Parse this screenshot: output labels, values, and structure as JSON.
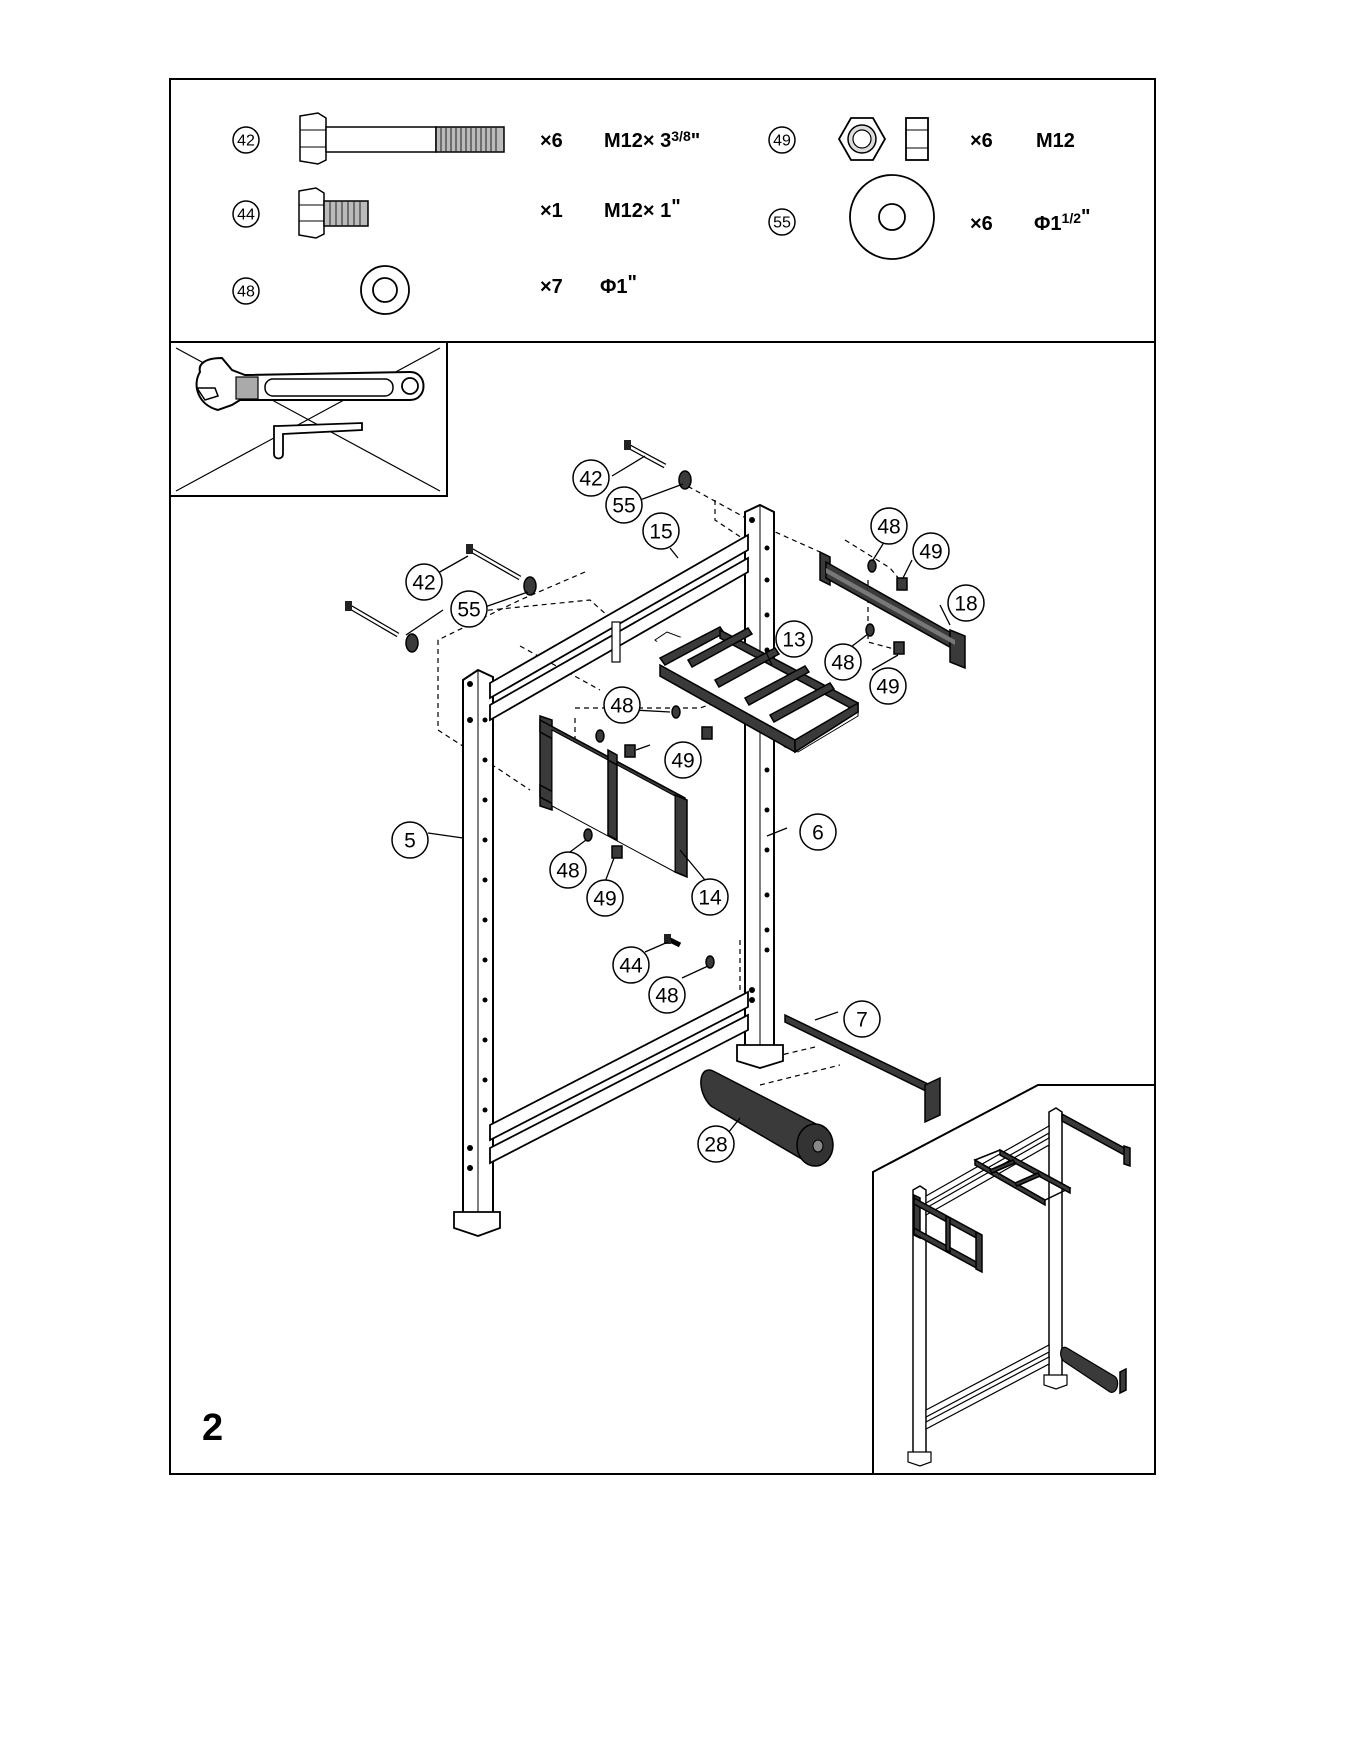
{
  "hardware": {
    "rows": [
      {
        "part": "42",
        "qty": "×6",
        "spec_main": "M12× 3",
        "spec_frac": "3/8",
        "spec_tail": "\""
      },
      {
        "part": "44",
        "qty": "×1",
        "spec_main": "M12× 1",
        "spec_frac": "",
        "spec_tail": "\""
      },
      {
        "part": "48",
        "qty": "×7",
        "spec_main": "Φ1",
        "spec_frac": "",
        "spec_tail": "\""
      },
      {
        "part": "49",
        "qty": "×6",
        "spec_main": "M12",
        "spec_frac": "",
        "spec_tail": ""
      },
      {
        "part": "55",
        "qty": "×6",
        "spec_main": "Φ1",
        "spec_frac": "1/2",
        "spec_tail": "\""
      }
    ]
  },
  "tools": {
    "wrench_icon": "wrench-icon",
    "allen_key_icon": "allen-key-icon"
  },
  "callouts": {
    "c42a": "42",
    "c55a": "55",
    "c15": "15",
    "c48a": "48",
    "c49a": "49",
    "c18": "18",
    "c42b": "42",
    "c55b": "55",
    "c13": "13",
    "c48b": "48",
    "c49b": "49",
    "c48c": "48",
    "c49c": "49",
    "c5": "5",
    "c6": "6",
    "c48d": "48",
    "c49d": "49",
    "c14": "14",
    "c44": "44",
    "c48e": "48",
    "c7": "7",
    "c28": "28"
  },
  "step": {
    "number": "2"
  }
}
